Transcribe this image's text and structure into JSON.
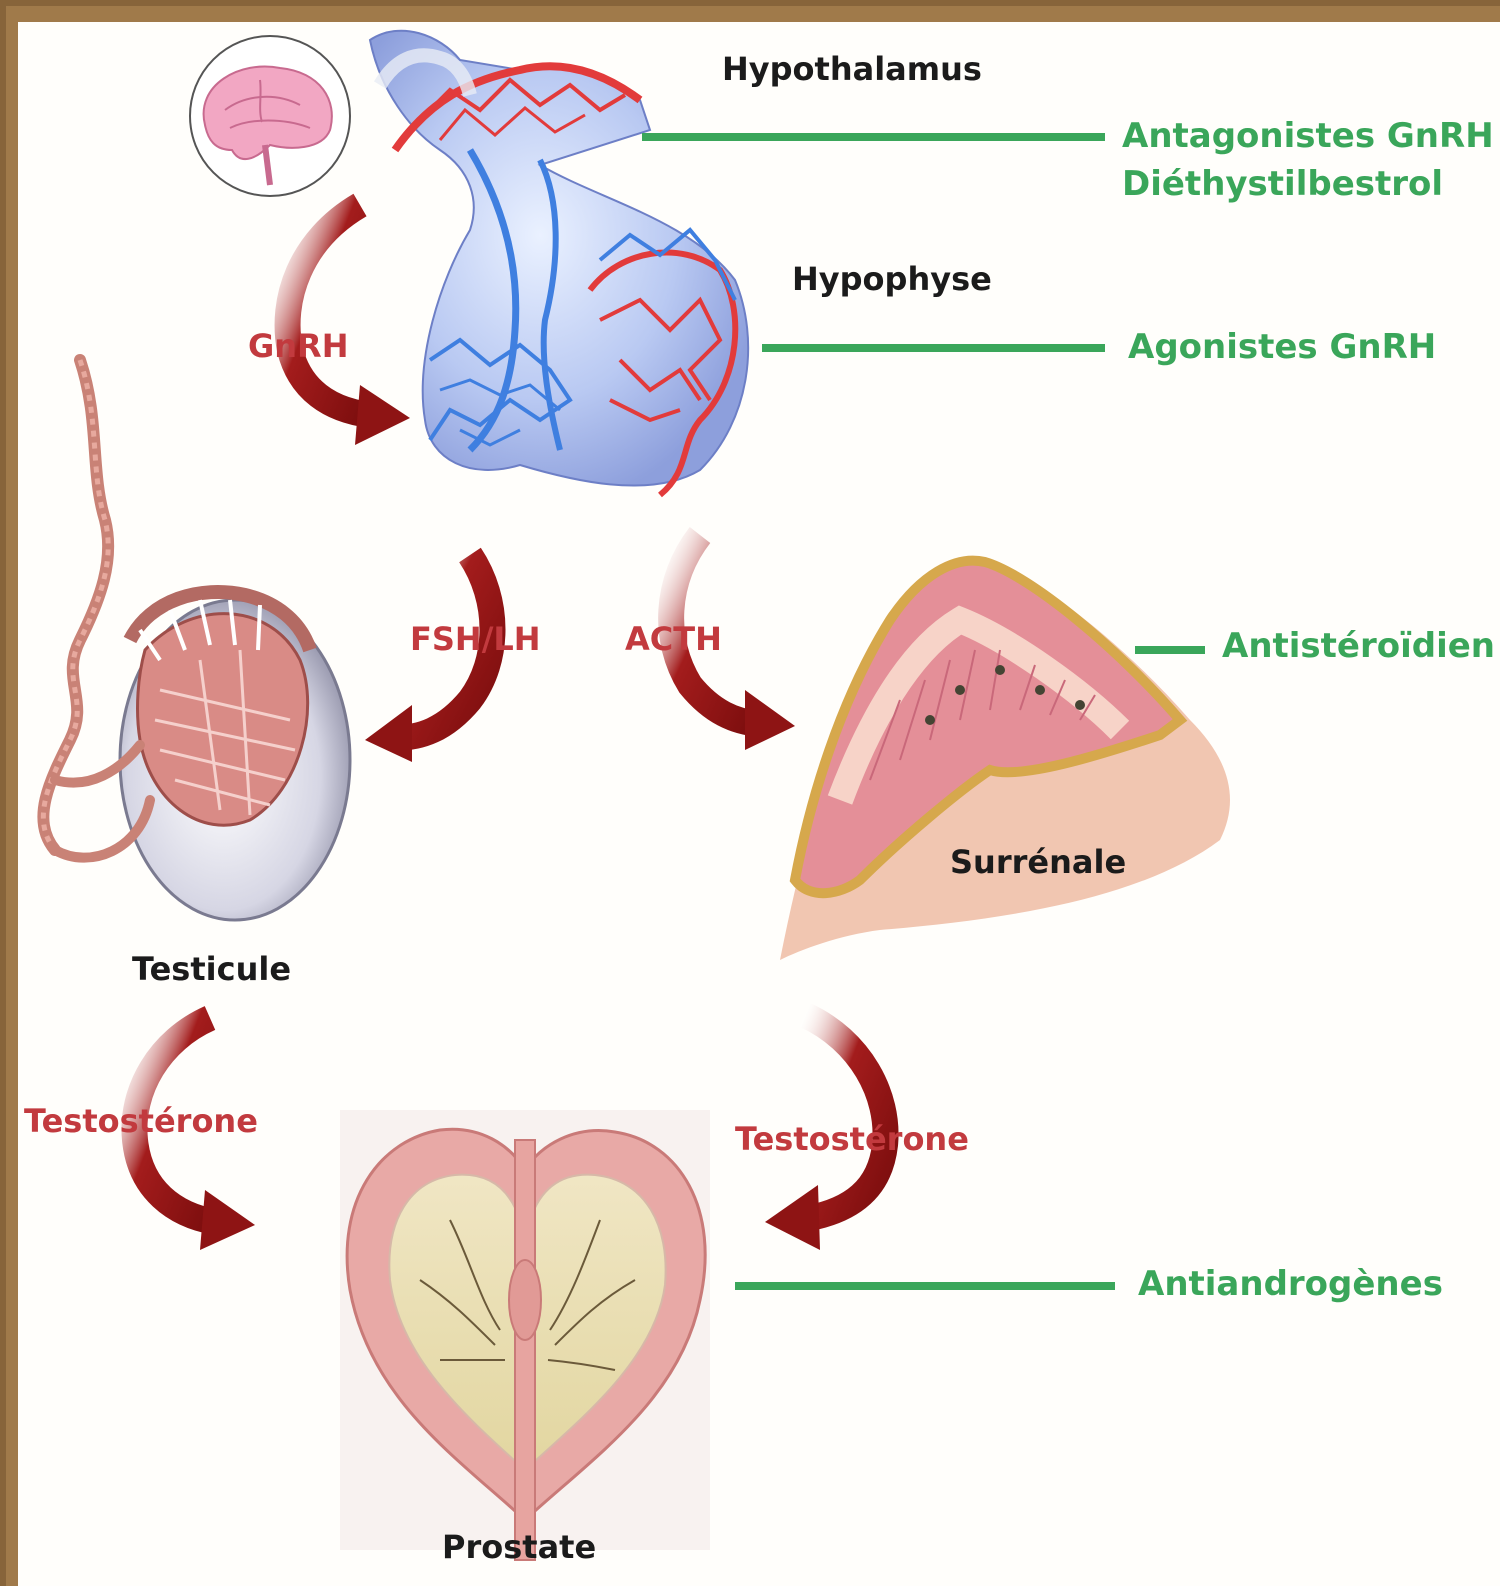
{
  "organs": {
    "hypothalamus": "Hypothalamus",
    "hypophyse": "Hypophyse",
    "testicule": "Testicule",
    "surrenale": "Surrénale",
    "prostate": "Prostate"
  },
  "hormones": {
    "gnrh": "GnRH",
    "fsh_lh": "FSH/LH",
    "acth": "ACTH",
    "testosterone_left": "Testostérone",
    "testosterone_right": "Testostérone"
  },
  "drugs": {
    "hypothalamus_line1": "Antagonistes GnRH",
    "hypothalamus_line2": "Diéthystilbestrol",
    "hypophyse": "Agonistes GnRH",
    "surrenale": "Antistéroïdien",
    "prostate": "Antiandrogènes"
  },
  "colors": {
    "organ_text": "#1b1b1b",
    "hormone_text": "#c23a3e",
    "drug_text": "#3aa65a",
    "drug_line": "#3aa65a",
    "arrow": "#8e1414",
    "artery": "#e23b3b",
    "vein": "#3f7fe0",
    "frame": "#a07a4a"
  },
  "icons": {
    "brain": "brain-icon",
    "arrow": "curved-arrow-icon"
  }
}
